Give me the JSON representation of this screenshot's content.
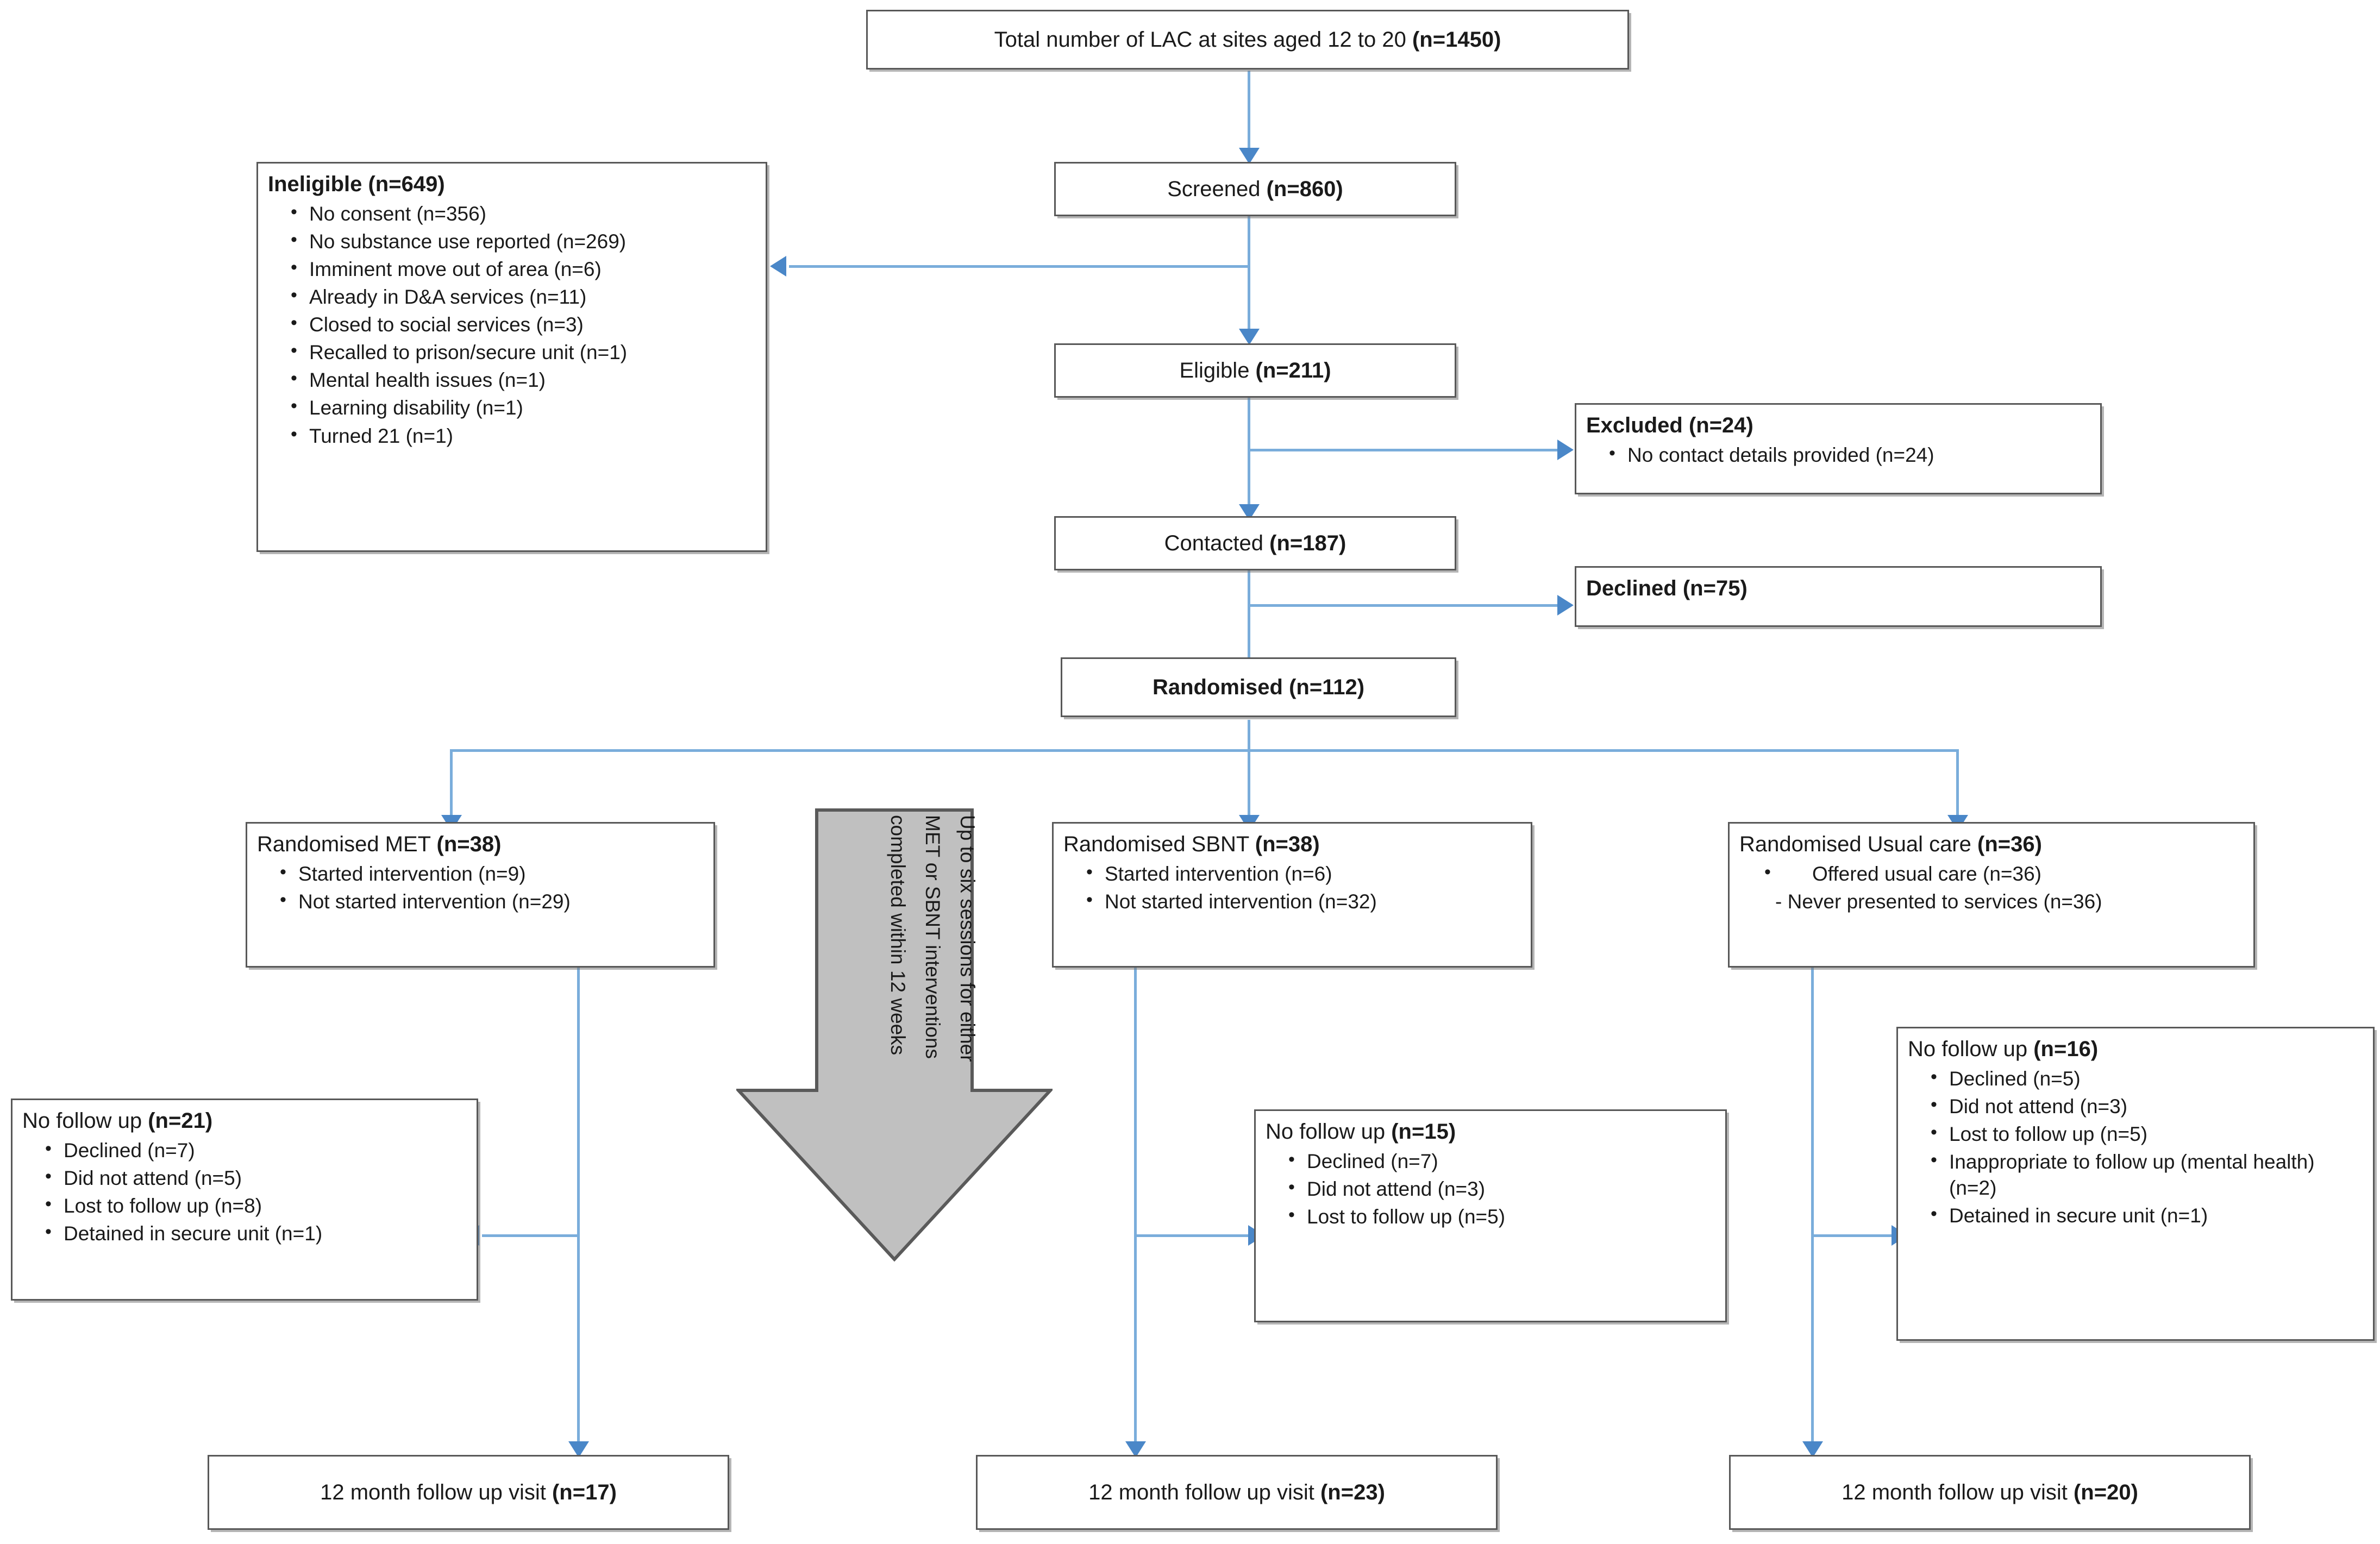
{
  "diagram": {
    "title_box": {
      "label": "Total number of LAC at sites aged 12 to 20 ",
      "count": "(n=1450)"
    },
    "screened": {
      "label": "Screened ",
      "count": "(n=860)"
    },
    "eligible": {
      "label": "Eligible ",
      "count": "(n=211)"
    },
    "contacted": {
      "label": "Contacted ",
      "count": "(n=187)"
    },
    "randomised": {
      "label": "Randomised (n=112)"
    },
    "ineligible": {
      "label": "Ineligible (n=649)",
      "items": [
        "No consent (n=356)",
        "No substance use reported (n=269)",
        "Imminent move out of area (n=6)",
        "Already in D&A services (n=11)",
        "Closed to social services (n=3)",
        "Recalled to prison/secure unit (n=1)",
        "Mental health issues (n=1)",
        "Learning disability (n=1)",
        "Turned 21 (n=1)"
      ]
    },
    "excluded": {
      "label": "Excluded (n=24)",
      "items": [
        "No contact details provided (n=24)"
      ]
    },
    "declined": {
      "label": "Declined (n=75)"
    },
    "grey_arrow": {
      "lines": [
        "Up to six sessions for either",
        "MET or SBNT interventions",
        "completed within 12 weeks"
      ]
    },
    "arms": [
      {
        "label": "Randomised MET ",
        "count": "(n=38)",
        "items": [
          "Started intervention (n=9)",
          "Not started intervention (n=29)"
        ]
      },
      {
        "label": "Randomised SBNT ",
        "count": "(n=38)",
        "items": [
          "Started intervention (n=6)",
          "Not started intervention (n=32)"
        ]
      },
      {
        "label": "Randomised Usual care ",
        "count": "(n=36)",
        "items": [
          "Offered usual care (n=36)"
        ],
        "subitem": "- Never presented to services (n=36)"
      }
    ],
    "no_follow_up": [
      {
        "label": "No follow up ",
        "count": "(n=21)",
        "items": [
          "Declined (n=7)",
          "Did not attend (n=5)",
          "Lost to follow up (n=8)",
          "Detained in secure unit (n=1)"
        ]
      },
      {
        "label": "No follow up ",
        "count": "(n=15)",
        "items": [
          "Declined (n=7)",
          "Did not attend (n=3)",
          "Lost to follow up (n=5)"
        ]
      },
      {
        "label": "No follow up ",
        "count": "(n=16)",
        "items": [
          "Declined (n=5)",
          "Did not attend (n=3)",
          "Lost to follow up (n=5)",
          "Inappropriate to follow up (mental health) (n=2)",
          "Detained in secure unit (n=1)"
        ]
      }
    ],
    "follow_up_visits": [
      {
        "label": "12 month follow up visit ",
        "count": "(n=17)"
      },
      {
        "label": "12 month follow up visit ",
        "count": "(n=23)"
      },
      {
        "label": "12 month follow up visit ",
        "count": "(n=20)"
      }
    ],
    "colors": {
      "arrow": "#4a87c8",
      "line": "#7aaddb",
      "box_border": "#585858",
      "grey_fill": "#c0c0c0"
    }
  }
}
